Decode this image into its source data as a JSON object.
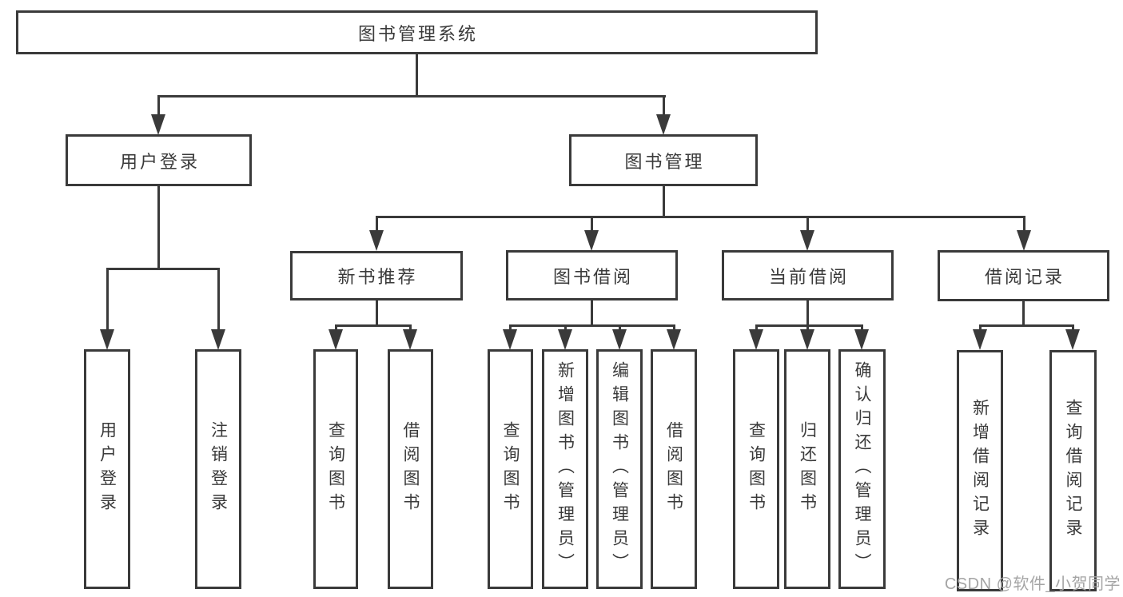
{
  "diagram": {
    "root": "图书管理系统",
    "branches": [
      {
        "label": "用户登录",
        "children": [
          "用户登录",
          "注销登录"
        ]
      },
      {
        "label": "图书管理",
        "children": [
          {
            "label": "新书推荐",
            "children": [
              "查询图书",
              "借阅图书"
            ]
          },
          {
            "label": "图书借阅",
            "children": [
              "查询图书",
              "新增图书（管理员）",
              "编辑图书（管理员）",
              "借阅图书"
            ]
          },
          {
            "label": "当前借阅",
            "children": [
              "查询图书",
              "归还图书",
              "确认归还（管理员）"
            ]
          },
          {
            "label": "借阅记录",
            "children": [
              "新增借阅记录",
              "查询借阅记录"
            ]
          }
        ]
      }
    ]
  },
  "watermark": "CSDN @软件_小贺同学",
  "colors": {
    "line": "#3a3a3a",
    "text": "#3a3a3a",
    "watermark": "#a5a5a5",
    "background": "#ffffff"
  }
}
